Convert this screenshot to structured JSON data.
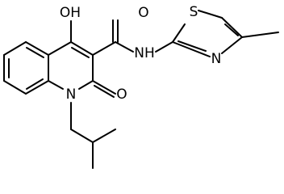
{
  "molecule": {
    "atom_labels": {
      "hydroxyl": "OH",
      "amide_oxygen": "O",
      "amide_nh": "NH",
      "thiazole_sulfur": "S",
      "thiazole_nitrogen": "N",
      "ring_nitrogen": "N",
      "lactam_oxygen": "O"
    }
  }
}
